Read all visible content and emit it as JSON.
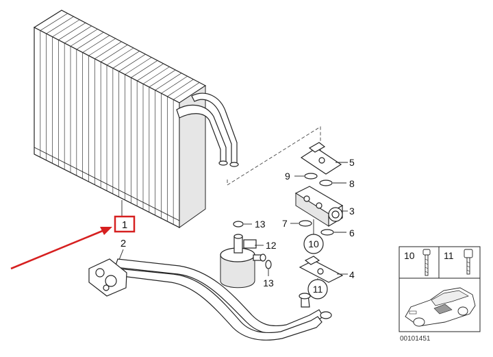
{
  "callouts": {
    "p1": "1",
    "p2": "2",
    "p3": "3",
    "p4": "4",
    "p5": "5",
    "p6": "6",
    "p7": "7",
    "p8": "8",
    "p9": "9",
    "p10": "10",
    "p11": "11",
    "p12": "12",
    "p13a": "13",
    "p13b": "13"
  },
  "inset": {
    "label_left": "10",
    "label_right": "11",
    "doc_id": "00101451"
  },
  "colors": {
    "highlight": "#d62020",
    "line": "#222222"
  }
}
